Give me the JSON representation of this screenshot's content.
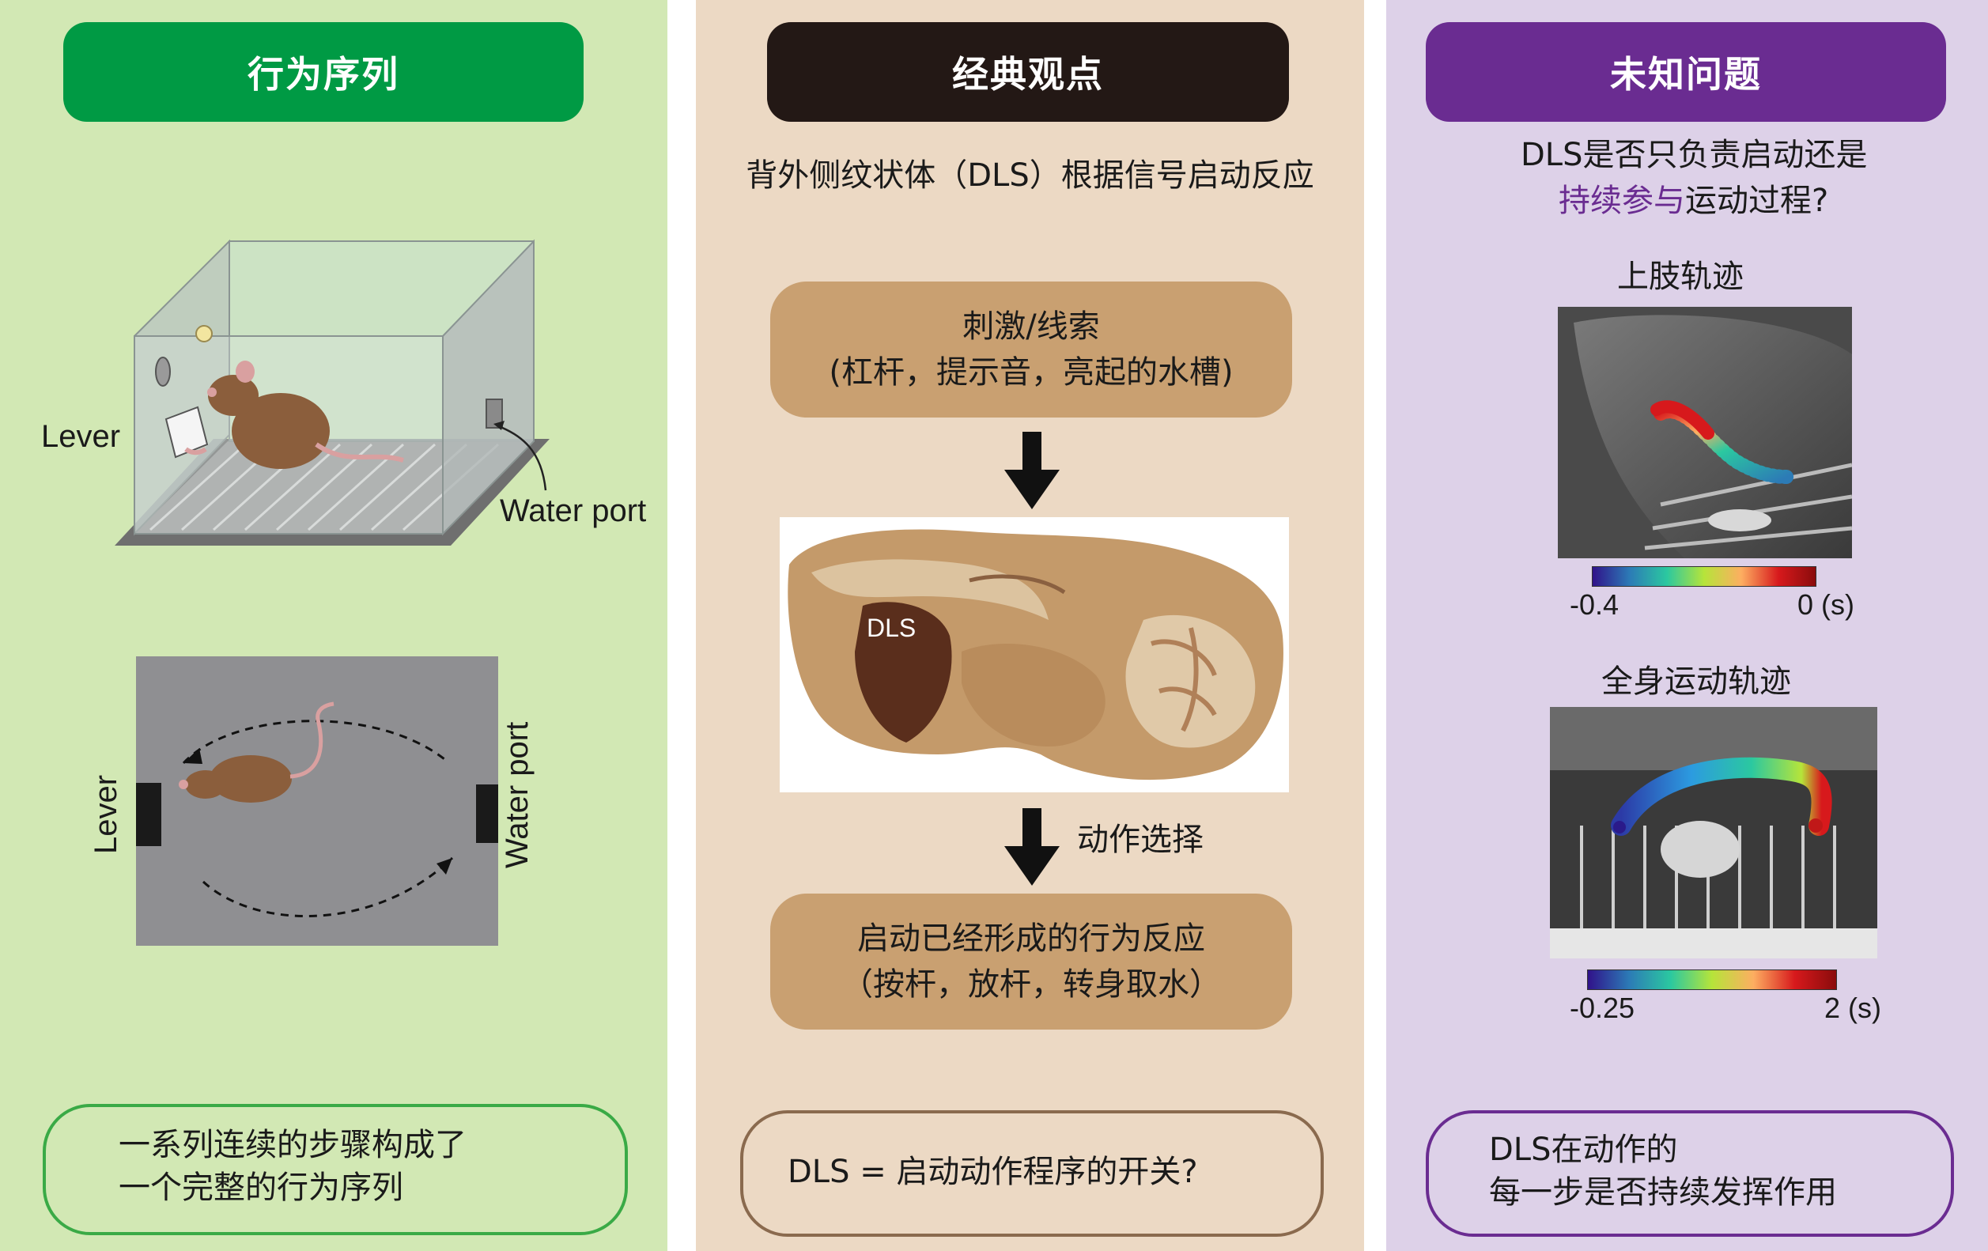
{
  "colors": {
    "panel1_bg": "#d2e8b4",
    "panel2_bg": "#ecd9c4",
    "panel3_bg": "#ddd1e8",
    "header1": "#009a44",
    "header2": "#231815",
    "header3": "#6a2c91",
    "box_brown": "#c9a071",
    "outline_green": "#3aaa46",
    "outline_brown": "#8a6a4e",
    "outline_purple": "#6a2c91",
    "highlight_purple": "#6a2c91"
  },
  "panel1": {
    "header": "行为序列",
    "lever_label": "Lever",
    "water_label": "Water port",
    "lever_label_rot": "Lever",
    "water_label_rot": "Water port",
    "summary_line1": "一系列连续的步骤构成了",
    "summary_line2": "一个完整的行为序列"
  },
  "panel2": {
    "header": "经典观点",
    "subtitle": "背外侧纹状体（DLS）根据信号启动反应",
    "stimulus_line1": "刺激/线索",
    "stimulus_line2": "(杠杆，提示音，亮起的水槽)",
    "brain_label": "DLS",
    "action_select": "动作选择",
    "response_line1": "启动已经形成的行为反应",
    "response_line2": "（按杆，放杆，转身取水）",
    "summary": "DLS = 启动动作程序的开关?"
  },
  "panel3": {
    "header": "未知问题",
    "question_line1": "DLS是否只负责启动还是",
    "question_highlight": "持续参与",
    "question_rest": "运动过程?",
    "limb_title": "上肢轨迹",
    "limb_min": "-0.4",
    "limb_max": "0 (s)",
    "body_title": "全身运动轨迹",
    "body_min": "-0.25",
    "body_max": "2 (s)",
    "summary_line1": "DLS在动作的",
    "summary_line2": "每一步是否持续发挥作用"
  }
}
